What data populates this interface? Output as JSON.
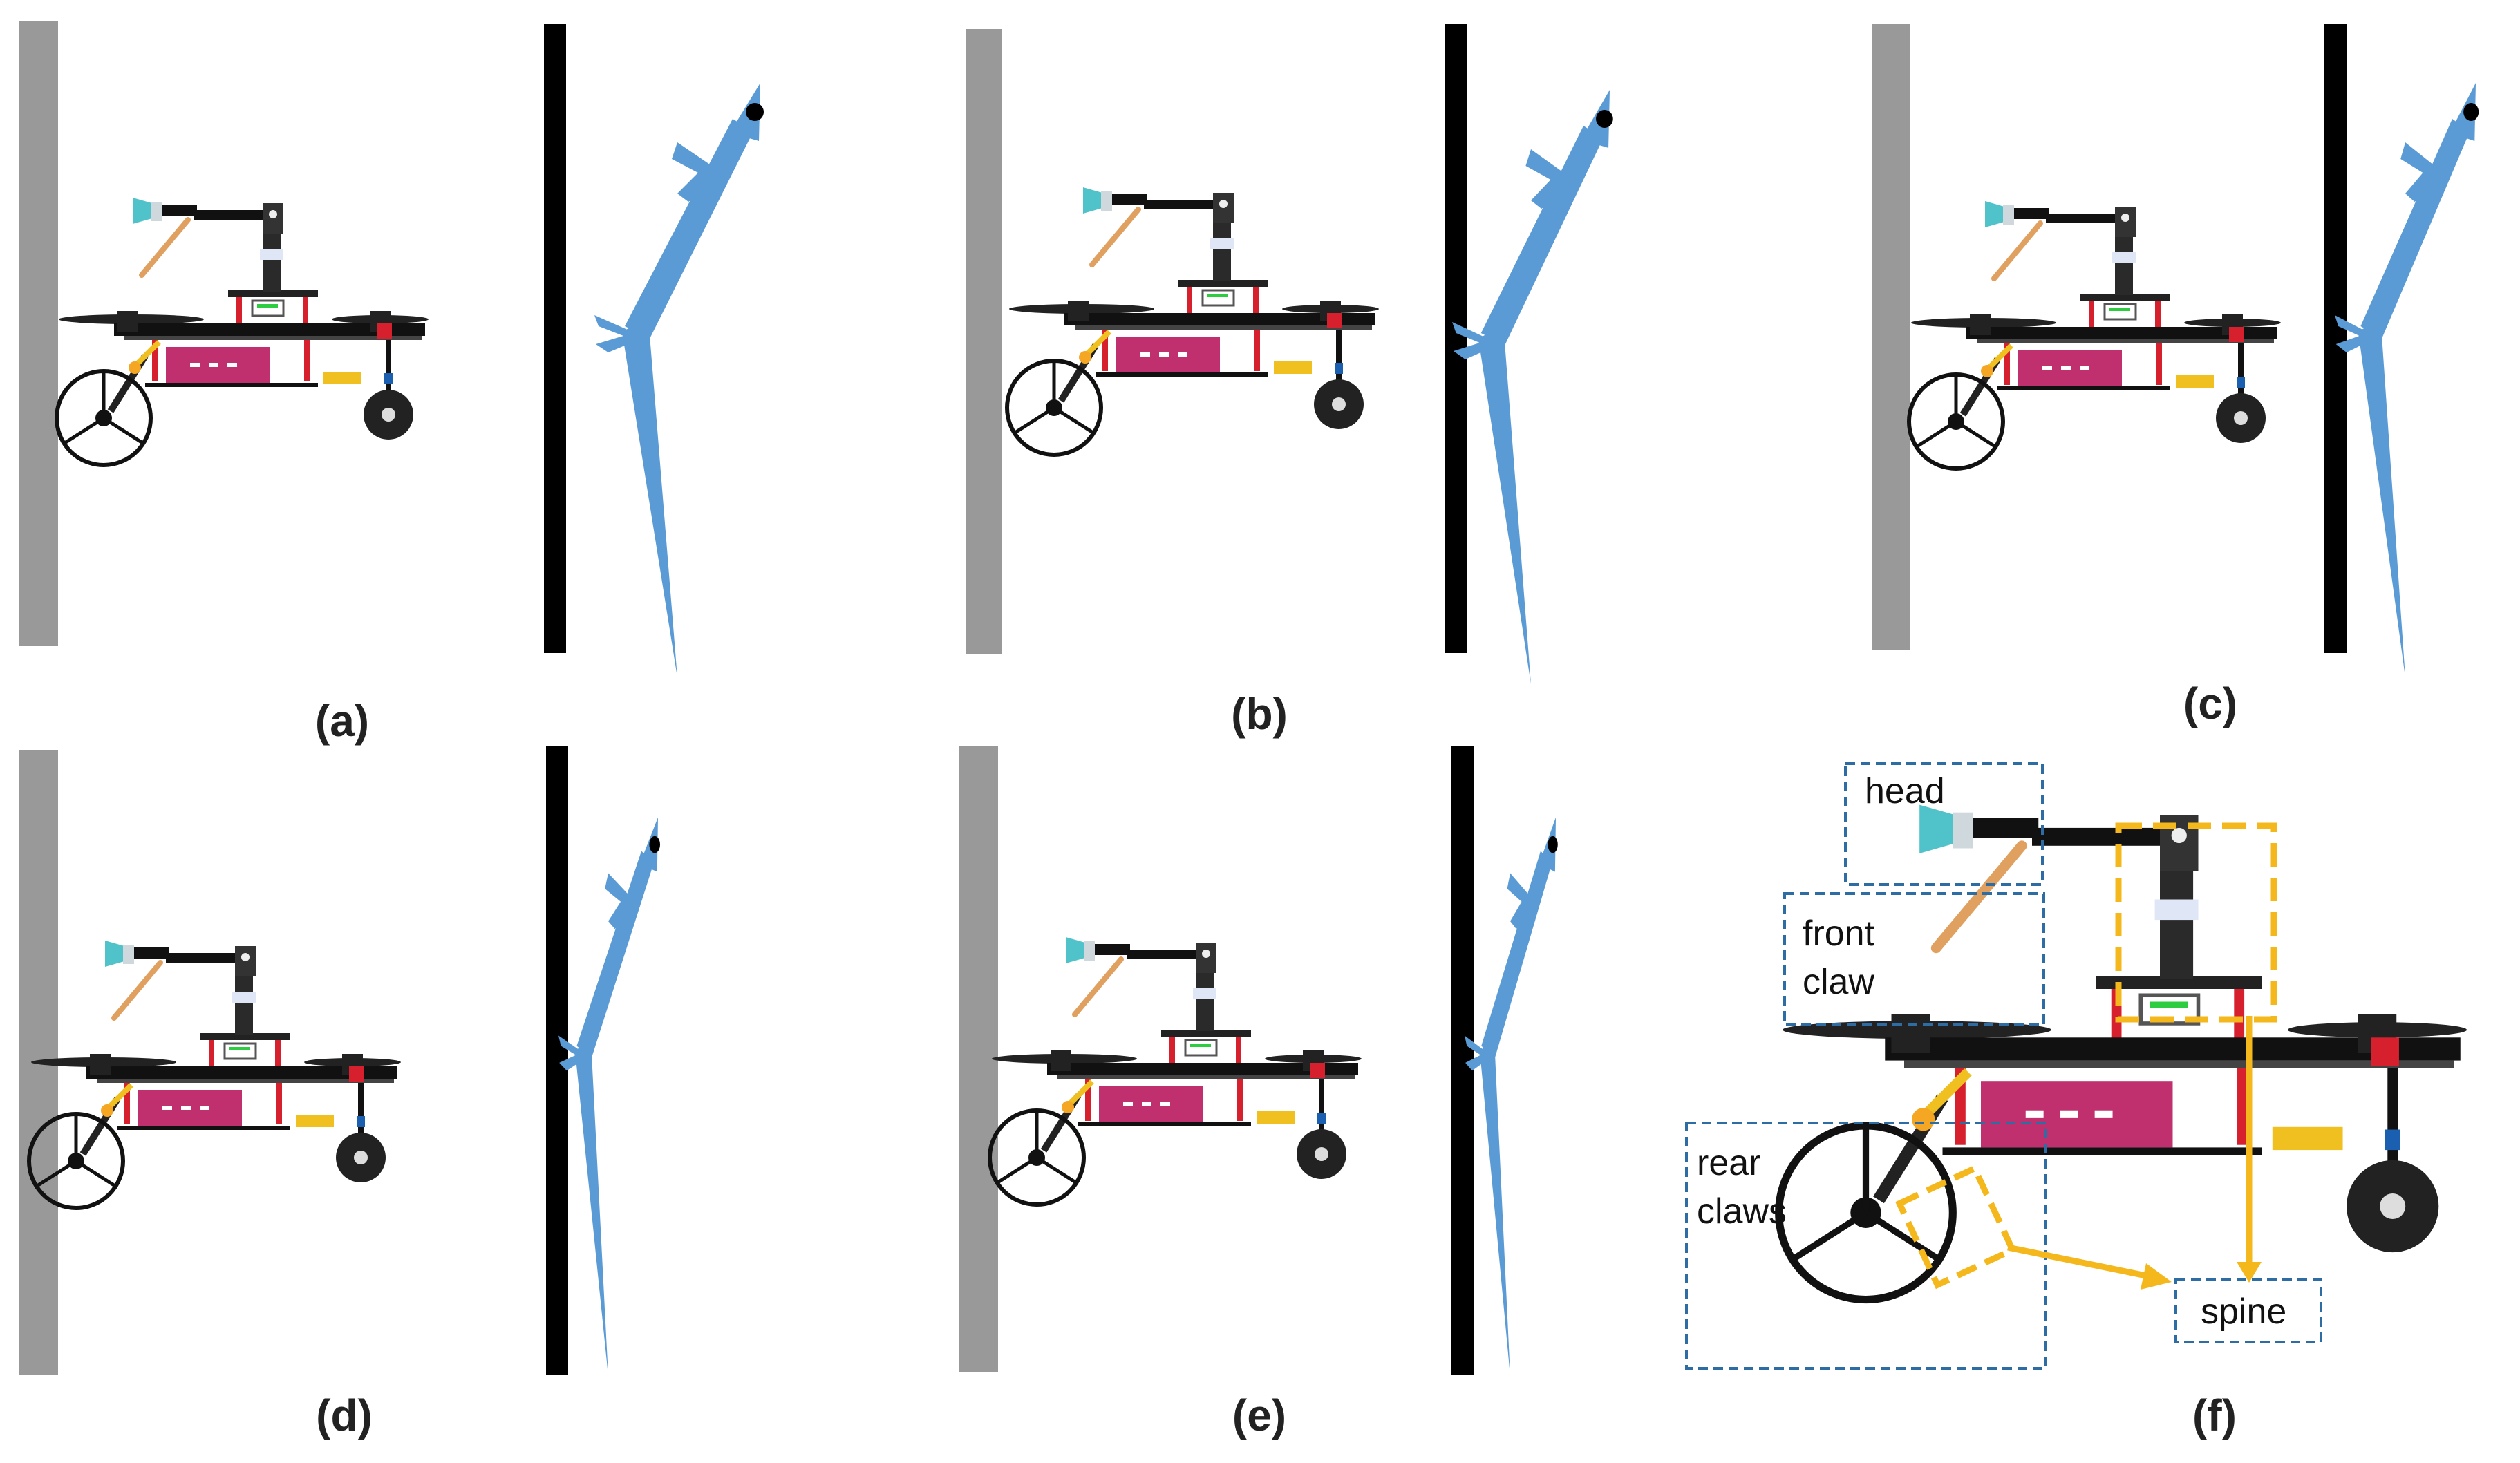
{
  "panels": [
    {
      "label": "(a)"
    },
    {
      "label": "(b)"
    },
    {
      "label": "(c)"
    },
    {
      "label": "(d)"
    },
    {
      "label": "(e)"
    },
    {
      "label": "(f)"
    }
  ],
  "annotations": {
    "head": "head",
    "front_claw": [
      "front",
      "claw"
    ],
    "rear_claws": [
      "rear",
      "claws"
    ],
    "spine": "spine"
  },
  "colors": {
    "wall": "#999999",
    "wall_line": "#000000",
    "lizard": "#5b9bd5",
    "frame": "#111111",
    "battery_box": "#c0306f",
    "strut": "#d6202e",
    "claw_rod": "#e0a060",
    "suction_head": "#4fc3c9",
    "battery": "#f0c020",
    "annotation_box": "#2e6da4",
    "highlight": "#f5b81c"
  },
  "icons": [
    "lizard-silhouette-icon",
    "wall-icon",
    "robot-icon",
    "wheel-icon",
    "propeller-icon"
  ]
}
